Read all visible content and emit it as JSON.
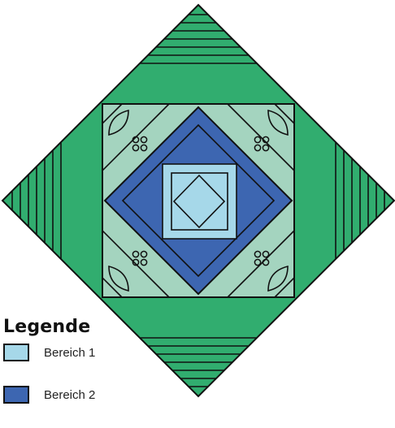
{
  "colors": {
    "outer_green": "#31ad6f",
    "mint": "#a4d4bf",
    "blue": "#3d66b1",
    "light_blue": "#a6d8e9",
    "stroke": "#111111",
    "background": "#ffffff"
  },
  "legend": {
    "title": "Legende",
    "items": [
      {
        "label": "Bereich 1",
        "color": "#a6d8e9"
      },
      {
        "label": "Bereich 2",
        "color": "#3d66b1"
      }
    ]
  }
}
